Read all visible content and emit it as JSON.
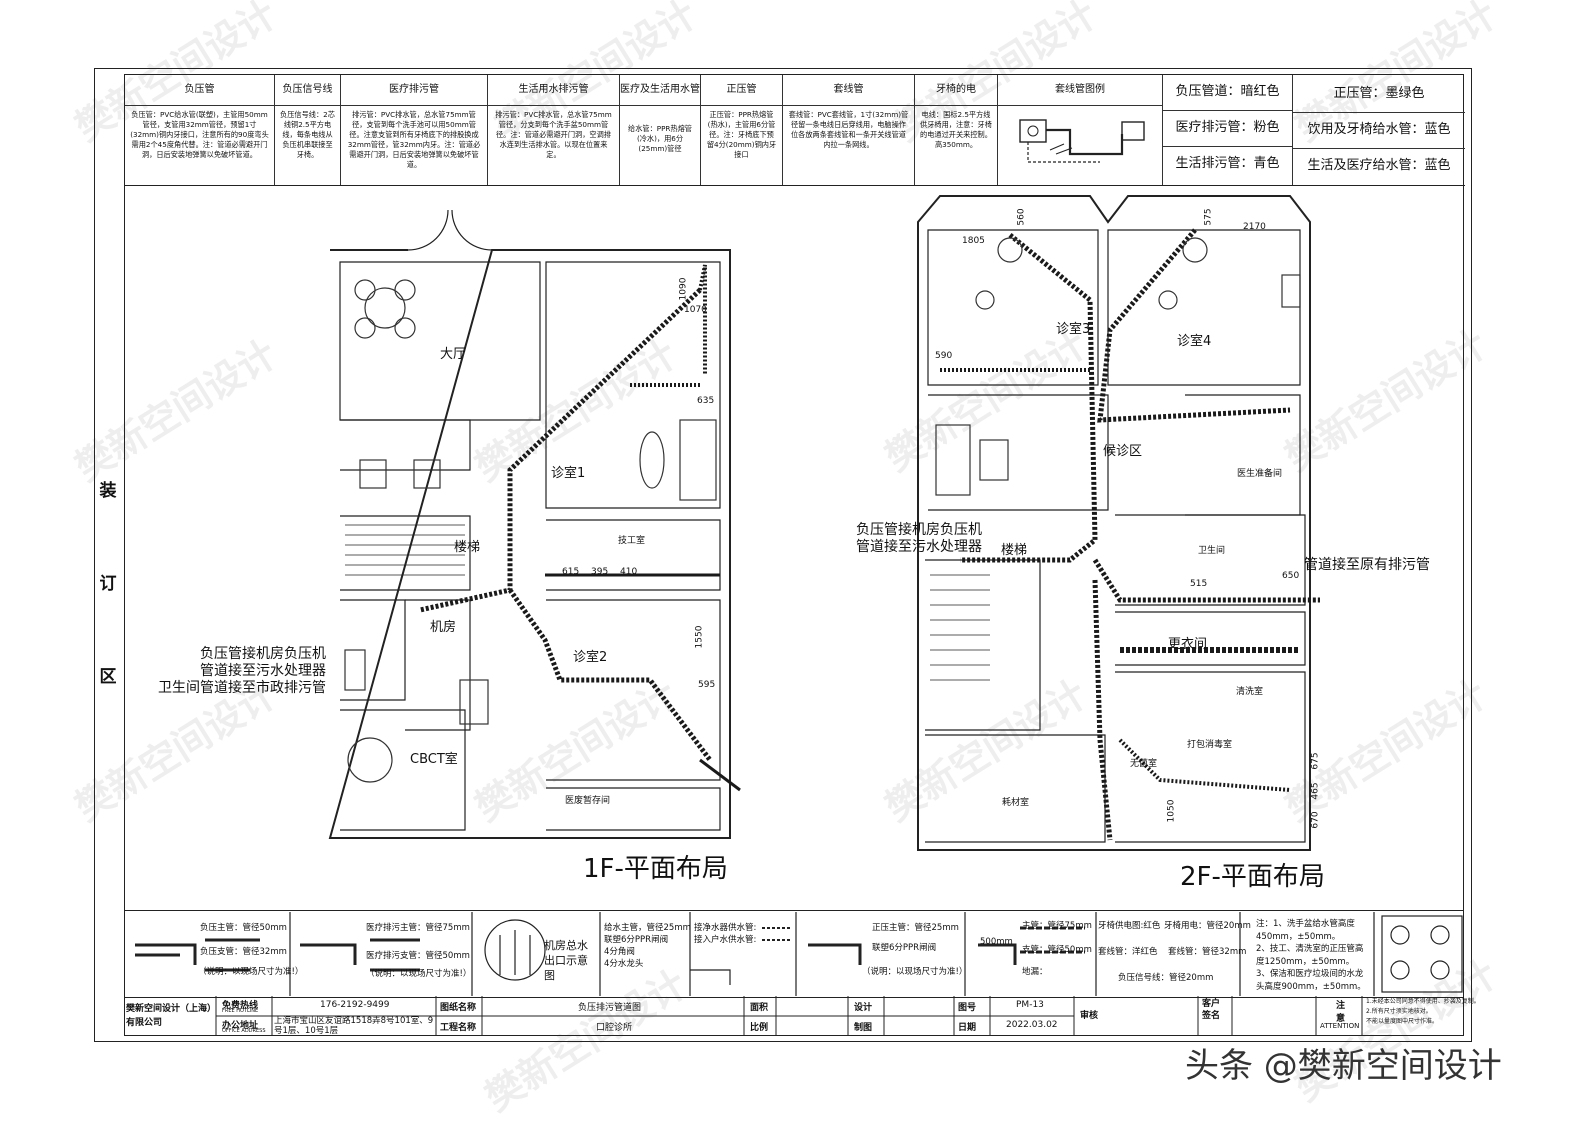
{
  "binding_label": "装订区",
  "header_cols": [
    {
      "title": "负压管",
      "body": "负压管：PVC给水管(联塑)，主管用50mm管径，支管用32mm管径，预留1寸(32mm)铜内牙接口，注意所有的90度弯头需用2个45度角代替。注：管道必需避开门洞，日后安装地弹簧以免破坏管道。"
    },
    {
      "title": "负压信号线",
      "body": "负压信号线：2芯线铜2.5平方电线，每条电线从负压机串联接至牙椅。"
    },
    {
      "title": "医疗排污管",
      "body": "排污管：PVC排水管，总水管75mm管径，支管到每个洗手池可以用50mm管径。注意支管到所有牙椅底下的排股换成32mm管径，管32mm内牙。注：管道必需避开门洞，日后安装地弹簧以免破坏管道。"
    },
    {
      "title": "生活用水排污管",
      "body": "排污管：PVC排水管，总水管75mm管径，分支到每个洗手盆50mm管径。注：管道必需避开门洞，空调排水连到生活排水管。以现在位置来定。"
    },
    {
      "title": "医疗及生活用水管",
      "body": "给水管：PPR热熔管(冷水)，用6分(25mm)管径"
    },
    {
      "title": "正压管",
      "body": "正压管：PPR热熔管(热水)，主管用6分管径。注：牙椅底下预留4分(20mm)铜内牙接口"
    },
    {
      "title": "套线管",
      "body": "套线管：PVC套线管，1寸(32mm)管径留一条电线日后穿线用，电脑操作位各放两条套线管和一条开关线管道内拉一条网线。"
    },
    {
      "title": "牙椅的电",
      "body": "电线：国标2.5平方线供牙椅用，注意：牙椅的电通过开关来控制。高350mm。"
    },
    {
      "title": "套线管图例",
      "body": ""
    }
  ],
  "legend": [
    [
      "负压管道：暗红色",
      "正压管：墨绿色"
    ],
    [
      "医疗排污管：粉色",
      "饮用及牙椅给水管：蓝色"
    ],
    [
      "生活排污管：青色",
      "生活及医疗给水管：蓝色"
    ]
  ],
  "floor1": {
    "title": "1F-平面布局",
    "rooms": [
      "大厅",
      "诊室1",
      "楼梯",
      "技工室",
      "机房",
      "诊室2",
      "CBCT室",
      "医废暂存间"
    ],
    "dims": [
      "1090",
      "1070",
      "635",
      "615",
      "395",
      "410",
      "1550",
      "595"
    ],
    "note": [
      "负压管接机房负压机",
      "管道接至污水处理器",
      "卫生间管道接至市政排污管"
    ]
  },
  "floor2": {
    "title": "2F-平面布局",
    "rooms": [
      "诊室3",
      "诊室4",
      "候诊区",
      "医生准备间",
      "楼梯",
      "卫生间",
      "更衣间",
      "清洗室",
      "打包消毒室",
      "无菌室",
      "耗材室"
    ],
    "dims": [
      "1805",
      "590",
      "2170",
      "560",
      "575",
      "650",
      "515",
      "675",
      "465",
      "670",
      "1050"
    ],
    "note": [
      "负压管接机房负压机",
      "管道接至污水处理器"
    ],
    "note_right": "管道接至原有排污管"
  },
  "bottom_legend": {
    "neg_main": "负压主管：管径50mm",
    "neg_branch": "负压支管：管径32mm",
    "med_main": "医疗排污主管：管径75mm",
    "med_branch": "医疗排污支管：管径50mm",
    "field_note": "（说明：以现场尺寸为准!）",
    "room_outlet": "机房总水出口示意图",
    "water_main": "给水主管，管径25mm",
    "water_valve": "联塑6分PPR闸阀",
    "angle_valve": "4分角阀",
    "faucet": "4分水龙头",
    "purifier": "接净水器供水管:",
    "inlet": "接入户水供水管:",
    "pos_main": "正压主管：管径25mm",
    "pos_valve": "联塑6分PPR闸阀",
    "main_75": "主管：管径75mm",
    "branch_50": "支管：管径50mm",
    "floor_drain": "地漏：",
    "chair_red": "牙椅供电图:红色",
    "chair_power": "牙椅用电：管径20mm",
    "wire_pipe": "套线管：洋红色",
    "wire_pipe2": "套线管：管径32mm",
    "neg_signal": "负压信号线：管径20mm",
    "pipe500": "500mm",
    "notes": [
      "注：1、洗手盆给水管高度450mm，±50mm。",
      "2、技工、清洗室的正压管高度1250mm，±50mm。",
      "3、保洁和医疗垃圾间的水龙头高度900mm，±50mm。"
    ]
  },
  "title_block": {
    "company": "樊新空间设计（上海）有限公司",
    "hotline_label": "免费热线",
    "hotline_en": "FREE HOTLINE",
    "phone": "176-2192-9499",
    "office_label": "办公地址",
    "office_en": "OFFICE ADDRESS",
    "address": "上海市宝山区友谊路1518弄8号101室、9号1层、10号1层",
    "drawing_name_label": "图纸名称",
    "drawing_name": "负压排污管道图",
    "project_label": "工程名称",
    "project": "口腔诊所",
    "area_label": "面积",
    "scale_label": "比例",
    "design_label": "设计",
    "draw_label": "制图",
    "num_label": "图号",
    "num": "PM-13",
    "date_label": "日期",
    "date": "2022.03.02",
    "review_label": "审核",
    "client_label": "客户签名",
    "attention_label": "注意",
    "attention_en": "ATTENTION",
    "attention_text": [
      "1.未经本公司同意不得使用、抄袭及复制。",
      "2.所有尺寸须实地核对。",
      "不能以量度图中尺寸作准。"
    ]
  },
  "watermark": "樊新空间设计",
  "credit": "头条 @樊新空间设计",
  "colors": {
    "pipe": "#1a1a1a",
    "line": "#222222"
  }
}
